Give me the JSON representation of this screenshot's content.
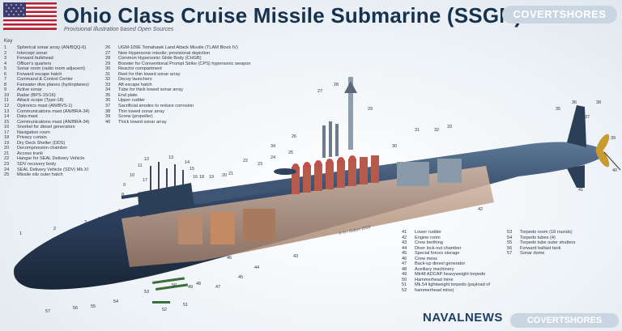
{
  "title": "Ohio Class Cruise Missile Submarine (SSGN)",
  "subtitle": "Provisional illustration based Open Sources",
  "brand_top": "COVERTSHORES",
  "brand_naval": "NAVALNEWS",
  "brand_bottom": "COVERTSHORES",
  "key_heading": "Key",
  "copyright": "© H I Sutton 2020",
  "key_col1": [
    {
      "n": "1",
      "t": "Spherical sonar array (AN/BQQ-6)"
    },
    {
      "n": "2",
      "t": "Intercept sonar"
    },
    {
      "n": "3",
      "t": "Forward bulkhead"
    },
    {
      "n": "4",
      "t": "Officer's quarters"
    },
    {
      "n": "5",
      "t": "Sonar room (radio room adjacent)"
    },
    {
      "n": "6",
      "t": "Forward escape hatch"
    },
    {
      "n": "7",
      "t": "Command & Control Center"
    },
    {
      "n": "8",
      "t": "Fairwater dive planes (hydroplanes)"
    },
    {
      "n": "9",
      "t": "Active sonar"
    },
    {
      "n": "10",
      "t": "Radar (BPS-15/16)"
    },
    {
      "n": "11",
      "t": "Attack scope (Type-18)"
    },
    {
      "n": "12",
      "t": "Optronics mast (AN/BVS-1)"
    },
    {
      "n": "13",
      "t": "Communications mast (AN/BRA-34)"
    },
    {
      "n": "14",
      "t": "Data mast"
    },
    {
      "n": "15",
      "t": "Communications mast (AN/BRA-34)"
    },
    {
      "n": "16",
      "t": "Snorkel for diesel generators"
    },
    {
      "n": "17",
      "t": "Navigation room"
    },
    {
      "n": "18",
      "t": "Privacy curtain"
    },
    {
      "n": "19",
      "t": "Dry Deck Shelter (DDS)"
    },
    {
      "n": "20",
      "t": "Decompression chamber"
    },
    {
      "n": "21",
      "t": "Access trunk"
    },
    {
      "n": "22",
      "t": "Hangar for SEAL Delivery Vehicle"
    },
    {
      "n": "23",
      "t": "SDV recovery body"
    },
    {
      "n": "24",
      "t": "SEAL Delivery Vehicle (SDV) Mk.XI"
    },
    {
      "n": "25",
      "t": "Missile silo outer hatch"
    }
  ],
  "key_col2": [
    {
      "n": "26",
      "t": "UGM-109E Tomahawk Land Attack Missile (TLAM Block IV)"
    },
    {
      "n": "27",
      "t": "New Hypersonic missile; provisional depiction"
    },
    {
      "n": "28",
      "t": "Common Hypersonic Glide Body (CHGB)"
    },
    {
      "n": "29",
      "t": "Booster for Conventional Prompt Strike (CPS) hypersonic weapon"
    },
    {
      "n": "30",
      "t": "Reactor compartment"
    },
    {
      "n": "31",
      "t": "Reel for thin towed sonar array"
    },
    {
      "n": "32",
      "t": "Decoy launchers"
    },
    {
      "n": "33",
      "t": "Aft escape hatch"
    },
    {
      "n": "34",
      "t": "Tube for thick towed sonar array"
    },
    {
      "n": "35",
      "t": "End plate"
    },
    {
      "n": "36",
      "t": "Upper rudder"
    },
    {
      "n": "37",
      "t": "Sacrificial anodes to reduce corrosion"
    },
    {
      "n": "38",
      "t": "Thin towed sonar array"
    },
    {
      "n": "39",
      "t": "Screw (propeller)"
    },
    {
      "n": "40",
      "t": "Thick towed sonar array"
    }
  ],
  "key_col3": [
    {
      "n": "41",
      "t": "Lower rudder"
    },
    {
      "n": "42",
      "t": "Engine room"
    },
    {
      "n": "43",
      "t": "Crew berthing"
    },
    {
      "n": "44",
      "t": "Diver lock-out chamber"
    },
    {
      "n": "45",
      "t": "Special forces storage"
    },
    {
      "n": "46",
      "t": "Crew mess"
    },
    {
      "n": "47",
      "t": "Back-up diesel generator"
    },
    {
      "n": "48",
      "t": "Auxiliary machinery"
    },
    {
      "n": "49",
      "t": "Mk48 ADCAP heavyweight torpedo"
    },
    {
      "n": "50",
      "t": "Hammerhead mine"
    },
    {
      "n": "51",
      "t": "Mk.54 lightweight torpedo (payload of"
    },
    {
      "n": "52",
      "t": "hammerhead mine)"
    }
  ],
  "key_col4": [
    {
      "n": "53",
      "t": "Torpedo room (18 rounds)"
    },
    {
      "n": "54",
      "t": "Torpedo tubes (4)"
    },
    {
      "n": "55",
      "t": "Torpedo tube outer shutters"
    },
    {
      "n": "56",
      "t": "Forward ballast tank"
    },
    {
      "n": "57",
      "t": "Sonar dome"
    }
  ],
  "callouts": [
    "1",
    "2",
    "3",
    "4",
    "5",
    "6",
    "7",
    "8",
    "9",
    "10",
    "11",
    "12",
    "13",
    "14",
    "15",
    "16",
    "17",
    "18",
    "19",
    "20",
    "21",
    "22",
    "23",
    "24",
    "25",
    "26",
    "27",
    "28",
    "29",
    "30",
    "31",
    "32",
    "33",
    "34",
    "35",
    "36",
    "37",
    "38",
    "39",
    "40",
    "41",
    "42",
    "43",
    "44",
    "45",
    "46",
    "47",
    "48",
    "49",
    "50",
    "51",
    "52",
    "53",
    "54",
    "55",
    "56",
    "57"
  ],
  "colors": {
    "title": "#17324f",
    "hull": "#2b3f58",
    "hull_light": "#4e6a88",
    "interior": "#c9a48c",
    "tube": "#b65a4b",
    "accent": "#1d3f6b"
  }
}
